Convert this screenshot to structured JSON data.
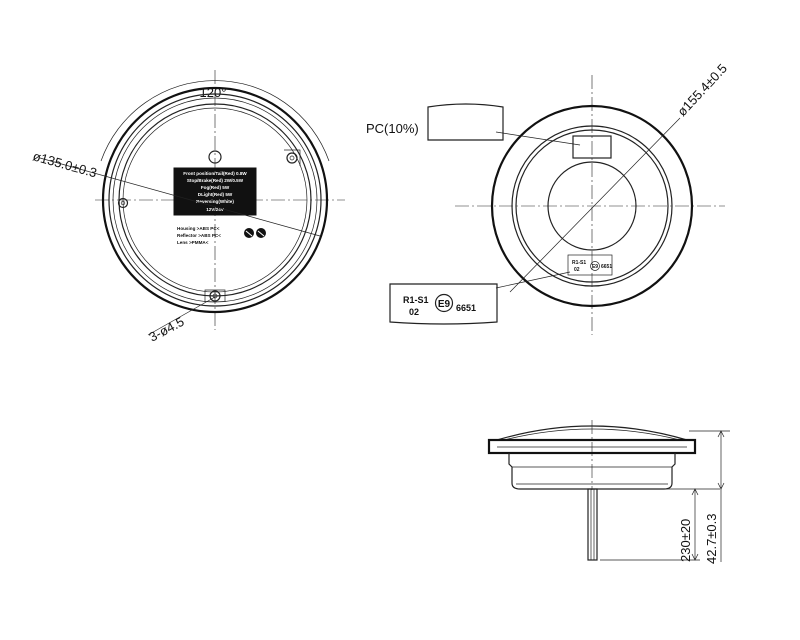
{
  "front_view": {
    "angle_label": "120°",
    "diameter_label": "ø135.0±0.3",
    "holes_label": "3-ø4.5",
    "label_lines": [
      "Front position/Tail(Red) 0.8W",
      "Stop/Brake(Red) 2W/0.5W",
      "Fog(Red) 5W",
      "DLight(Red) 5W",
      "Reversing(White)",
      "12V/24V"
    ],
    "material_lines": [
      "Housing >ABS PC<",
      "Reflector >ABS PC<",
      "Lens >PMMA<"
    ]
  },
  "back_view": {
    "material_label": "PC(10%)",
    "diameter_label": "ø155.4±0.5",
    "mark_small": {
      "line1": "R1-S1",
      "line2": "02",
      "e_mark": "E9",
      "number": "6651"
    },
    "mark_callout": {
      "line1": "R1-S1",
      "line2": "02",
      "e_mark": "E9",
      "number": "6651"
    }
  },
  "side_view": {
    "cable_length_label": "230±20",
    "height_label": "42.7±0.3"
  }
}
